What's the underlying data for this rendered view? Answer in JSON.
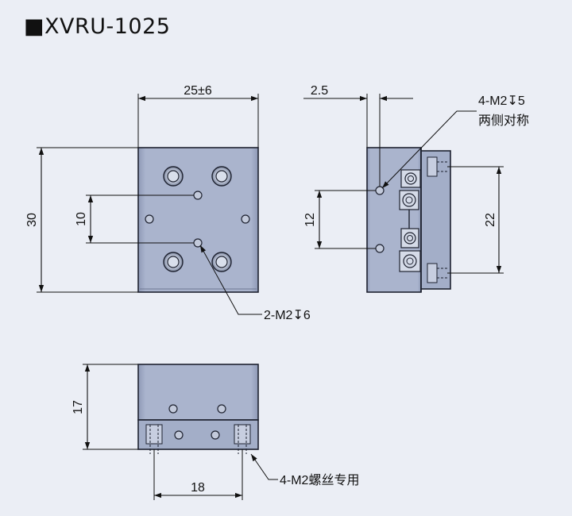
{
  "title": "■XVRU-1025",
  "front_view": {
    "width_dim": "25±6",
    "height_dim": "30",
    "hole_spacing_dim": "10",
    "hole_callout": "2-M2↧6"
  },
  "side_view": {
    "offset_dim": "2.5",
    "hole_spacing_dim": "12",
    "mount_spacing_dim": "22",
    "hole_callout_line1": "4-M2↧5",
    "hole_callout_line2": "两侧对称"
  },
  "bottom_view": {
    "height_dim": "17",
    "screw_spacing_dim": "18",
    "screw_callout": "4-M2螺丝专用"
  },
  "colors": {
    "body_fill": "#a6b1cb",
    "body_stroke": "#1e2230",
    "dimension_line": "#111111",
    "background": "#ebeef5"
  }
}
